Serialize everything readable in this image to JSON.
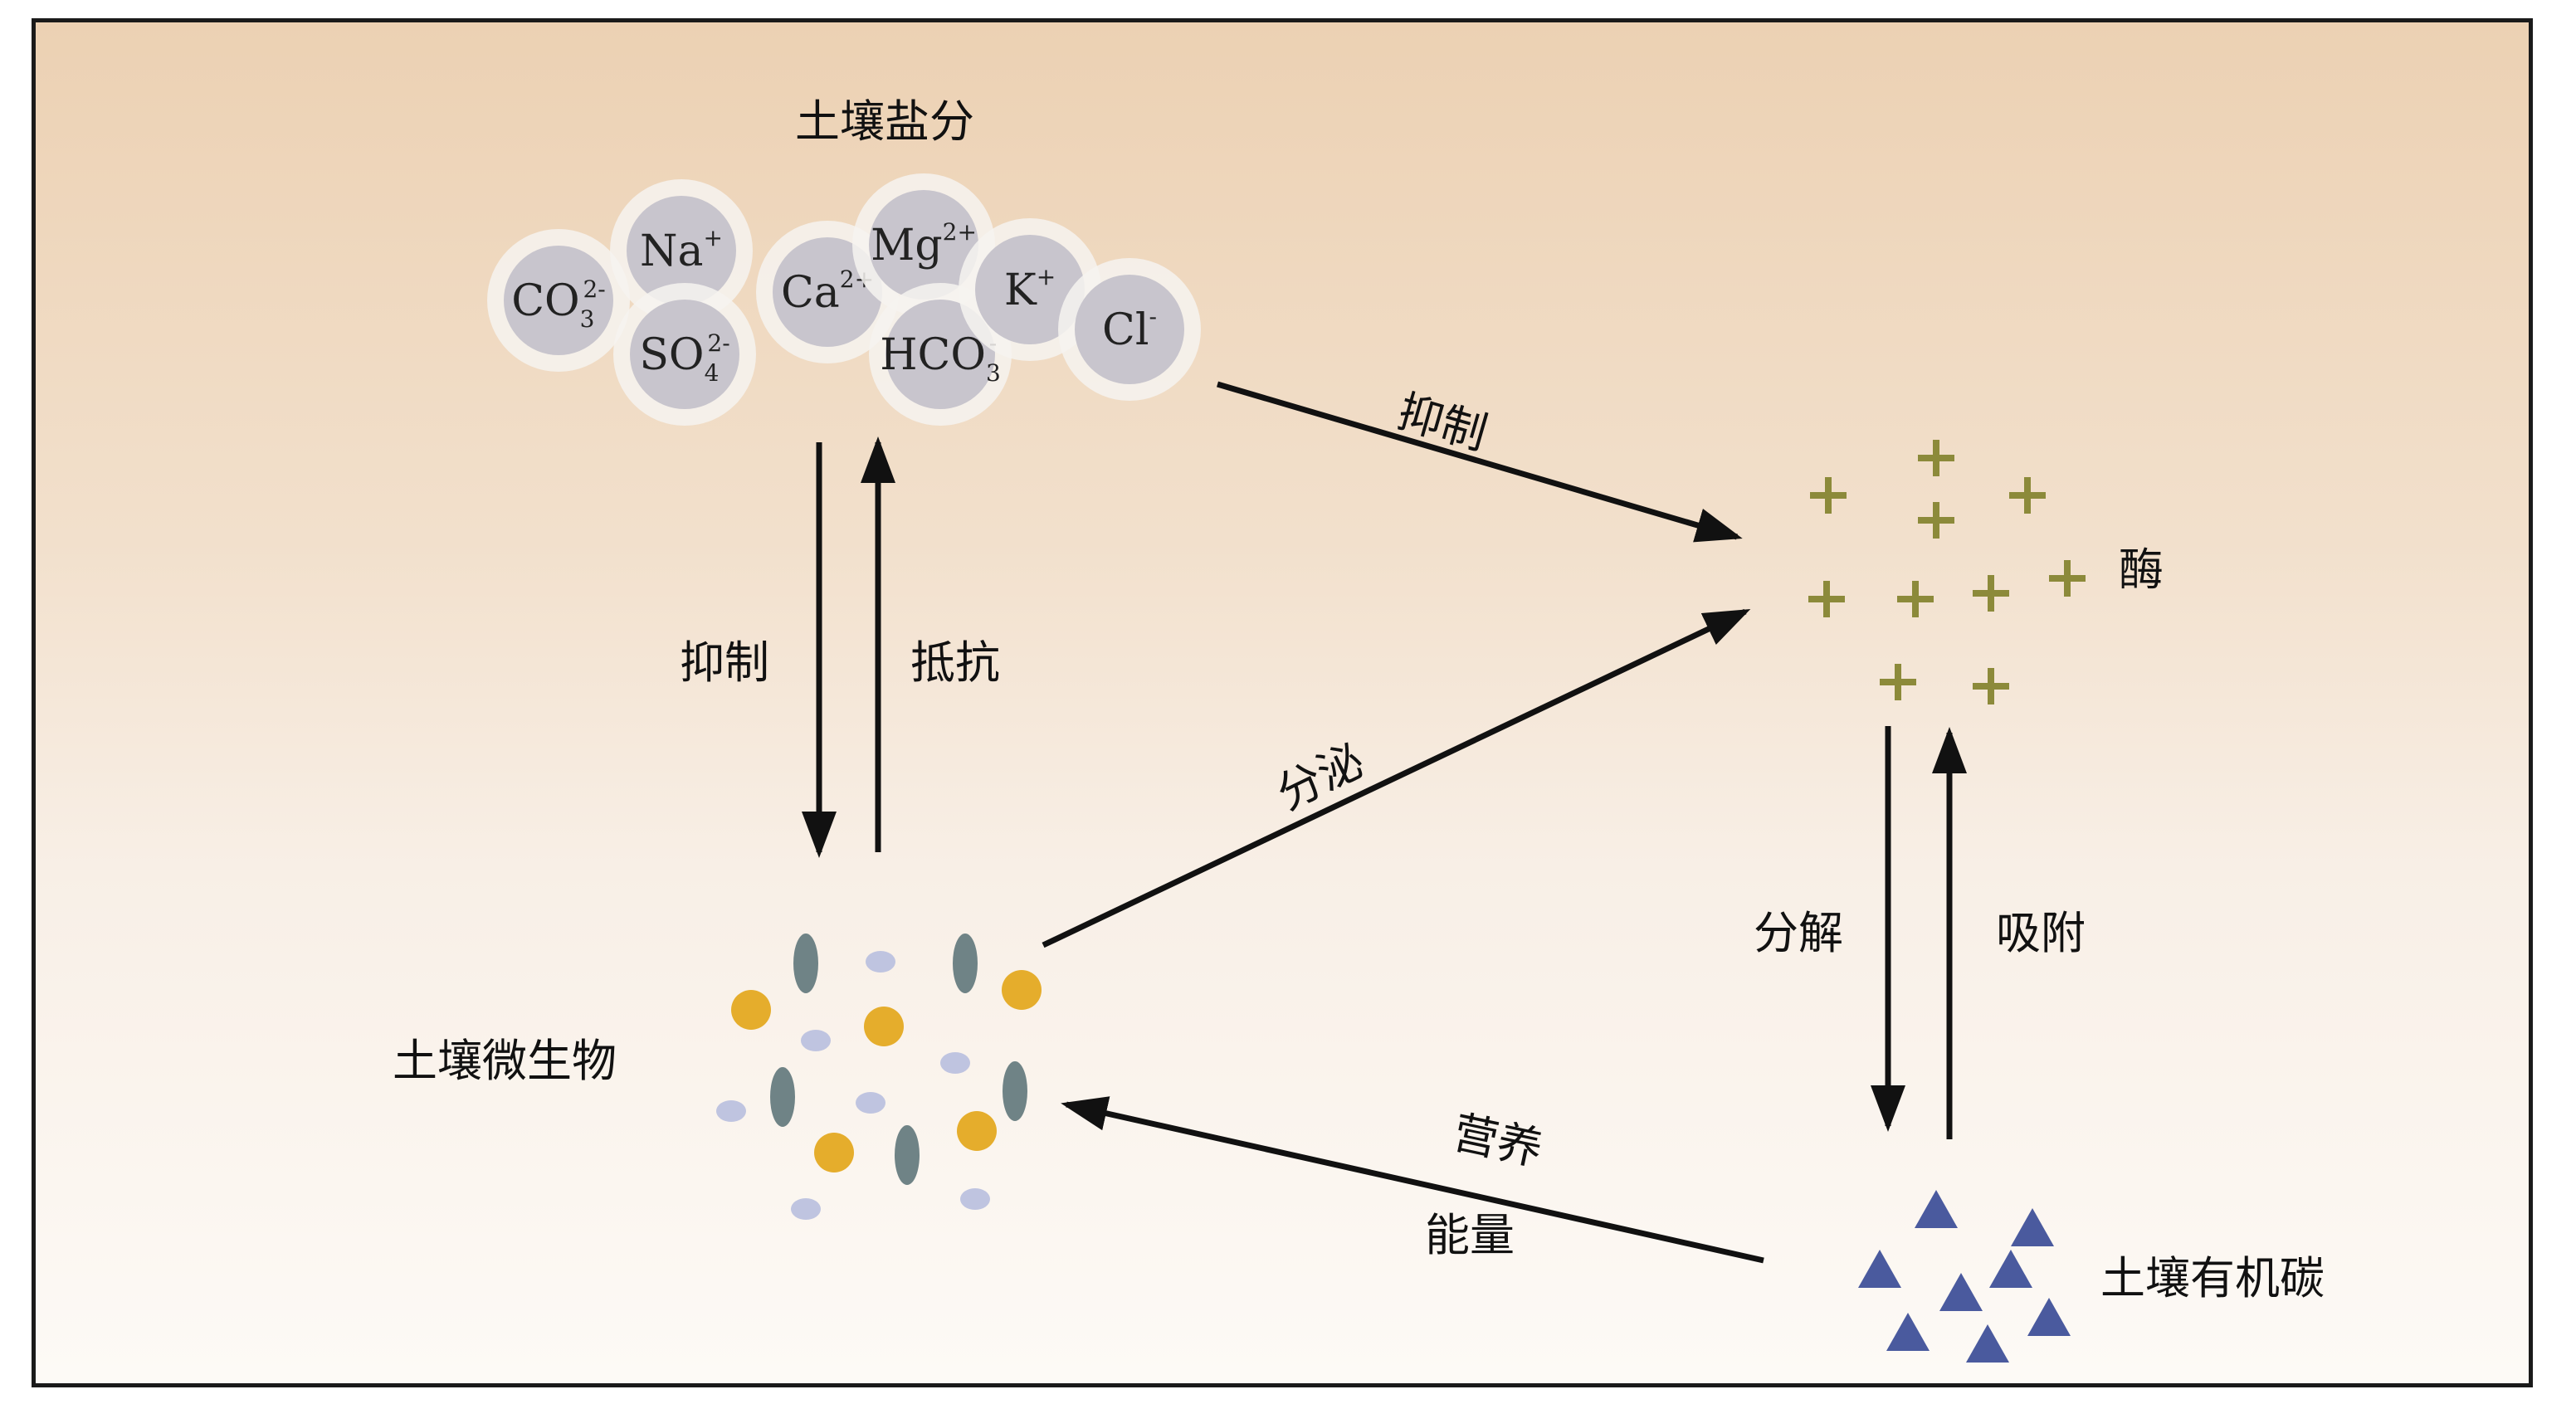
{
  "nodes": {
    "soil_salt": "土壤盐分",
    "enzyme": "酶",
    "soil_microbes": "土壤微生物",
    "soil_organic_carbon": "土壤有机碳"
  },
  "ions": [
    {
      "base": "CO",
      "sub": "3",
      "sup": "2-"
    },
    {
      "base": "Na",
      "sub": "",
      "sup": "+"
    },
    {
      "base": "SO",
      "sub": "4",
      "sup": "2-"
    },
    {
      "base": "Ca",
      "sub": "",
      "sup": "2+"
    },
    {
      "base": "Mg",
      "sub": "",
      "sup": "2+"
    },
    {
      "base": "HCO",
      "sub": "3",
      "sup": "-"
    },
    {
      "base": "K",
      "sub": "",
      "sup": "+"
    },
    {
      "base": "Cl",
      "sub": "",
      "sup": "-"
    }
  ],
  "edges": {
    "salt_to_microbes": "抑制",
    "microbes_to_salt": "抵抗",
    "salt_to_enzyme": "抑制",
    "microbes_to_enzyme": "分泌",
    "enzyme_to_carbon": "分解",
    "carbon_to_enzyme": "吸附",
    "carbon_to_microbes_line1": "营养",
    "carbon_to_microbes_line2": "能量"
  },
  "colors": {
    "arrow": "#111111",
    "enzyme_plus": "#8c8a3a",
    "carbon_triangle": "#4a5a9e",
    "microbe_yellow": "#e5ad2c",
    "microbe_dark": "#6f8386",
    "microbe_light": "#bfc4e0",
    "ion_core": "#c9c6cf",
    "ion_halo": "#efece9"
  },
  "icons": {
    "enzyme": "plus-sign",
    "organic_carbon": "triangle",
    "microbe": "cell-dots"
  }
}
